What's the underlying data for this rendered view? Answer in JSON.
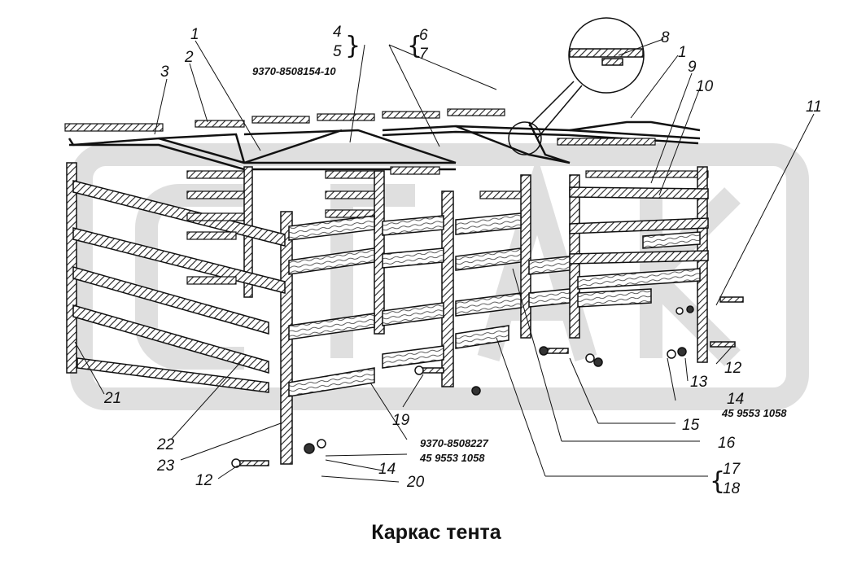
{
  "caption": "Каркас тента",
  "callouts": {
    "n1a": "1",
    "n2": "2",
    "n3": "3",
    "n4": "4",
    "n5": "5",
    "n6": "6",
    "n7": "7",
    "n8": "8",
    "n1b": "1",
    "n9": "9",
    "n10": "10",
    "n11": "11",
    "n12a": "12",
    "n13": "13",
    "n14a": "14",
    "n15": "15",
    "n16": "16",
    "n17": "17",
    "n18": "18",
    "n19": "19",
    "n20": "20",
    "n14b": "14",
    "n12b": "12",
    "n21": "21",
    "n22": "22",
    "n23": "23"
  },
  "part_numbers": {
    "top_bow": "9370-8508154-10",
    "slat": "9370-8508227",
    "bolt_lower": "45 9553 1058",
    "bolt_right": "45 9553 1058"
  },
  "watermark": {
    "color": "#d9d9d9"
  }
}
